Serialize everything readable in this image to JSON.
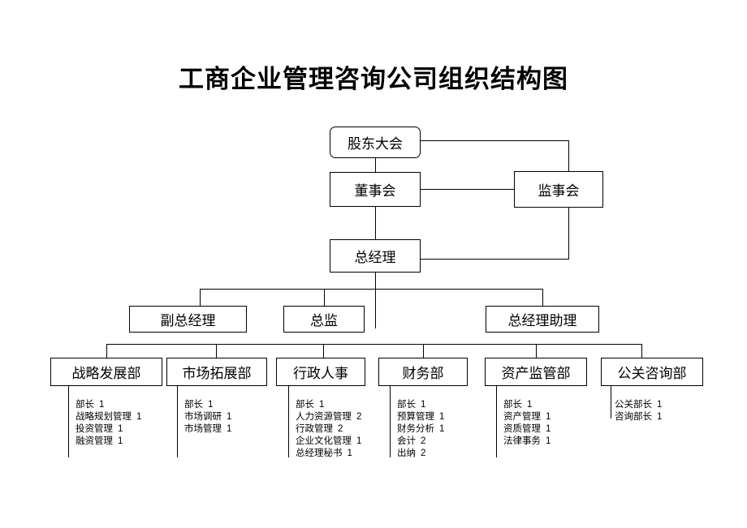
{
  "title": "工商企业管理咨询公司组织结构图",
  "nodes": {
    "shareholders": "股东大会",
    "board": "董事会",
    "supervisors": "监事会",
    "general_manager": "总经理",
    "deputy_gm": "副总经理",
    "chief_officer": "总监",
    "gm_assistant": "总经理助理"
  },
  "departments": [
    {
      "name": "战略发展部",
      "staff": [
        {
          "role": "部长",
          "count": "1"
        },
        {
          "role": "战略规划管理",
          "count": "1"
        },
        {
          "role": "投资管理",
          "count": "1"
        },
        {
          "role": "融资管理",
          "count": "1"
        }
      ]
    },
    {
      "name": "市场拓展部",
      "staff": [
        {
          "role": "部长",
          "count": "1"
        },
        {
          "role": "市场调研",
          "count": "1"
        },
        {
          "role": "市场管理",
          "count": "1"
        }
      ]
    },
    {
      "name": "行政人事",
      "staff": [
        {
          "role": "部长",
          "count": "1"
        },
        {
          "role": "人力资源管理",
          "count": "2"
        },
        {
          "role": "行政管理",
          "count": "2"
        },
        {
          "role": "企业文化管理",
          "count": "1"
        },
        {
          "role": "总经理秘书",
          "count": "1"
        }
      ]
    },
    {
      "name": "财务部",
      "staff": [
        {
          "role": "部长",
          "count": "1"
        },
        {
          "role": "预算管理",
          "count": "1"
        },
        {
          "role": "财务分析",
          "count": "1"
        },
        {
          "role": "会计",
          "count": "2"
        },
        {
          "role": "出纳",
          "count": "2"
        }
      ]
    },
    {
      "name": "资产监管部",
      "staff": [
        {
          "role": "部长",
          "count": "1"
        },
        {
          "role": "资产管理",
          "count": "1"
        },
        {
          "role": "资质管理",
          "count": "1"
        },
        {
          "role": "法律事务",
          "count": "1"
        }
      ]
    },
    {
      "name": "公关咨询部",
      "staff": [
        {
          "role": "公关部长",
          "count": "1"
        },
        {
          "role": "咨询部长",
          "count": "1"
        }
      ]
    }
  ],
  "colors": {
    "line": "#000000",
    "background": "#ffffff",
    "text": "#000000"
  }
}
